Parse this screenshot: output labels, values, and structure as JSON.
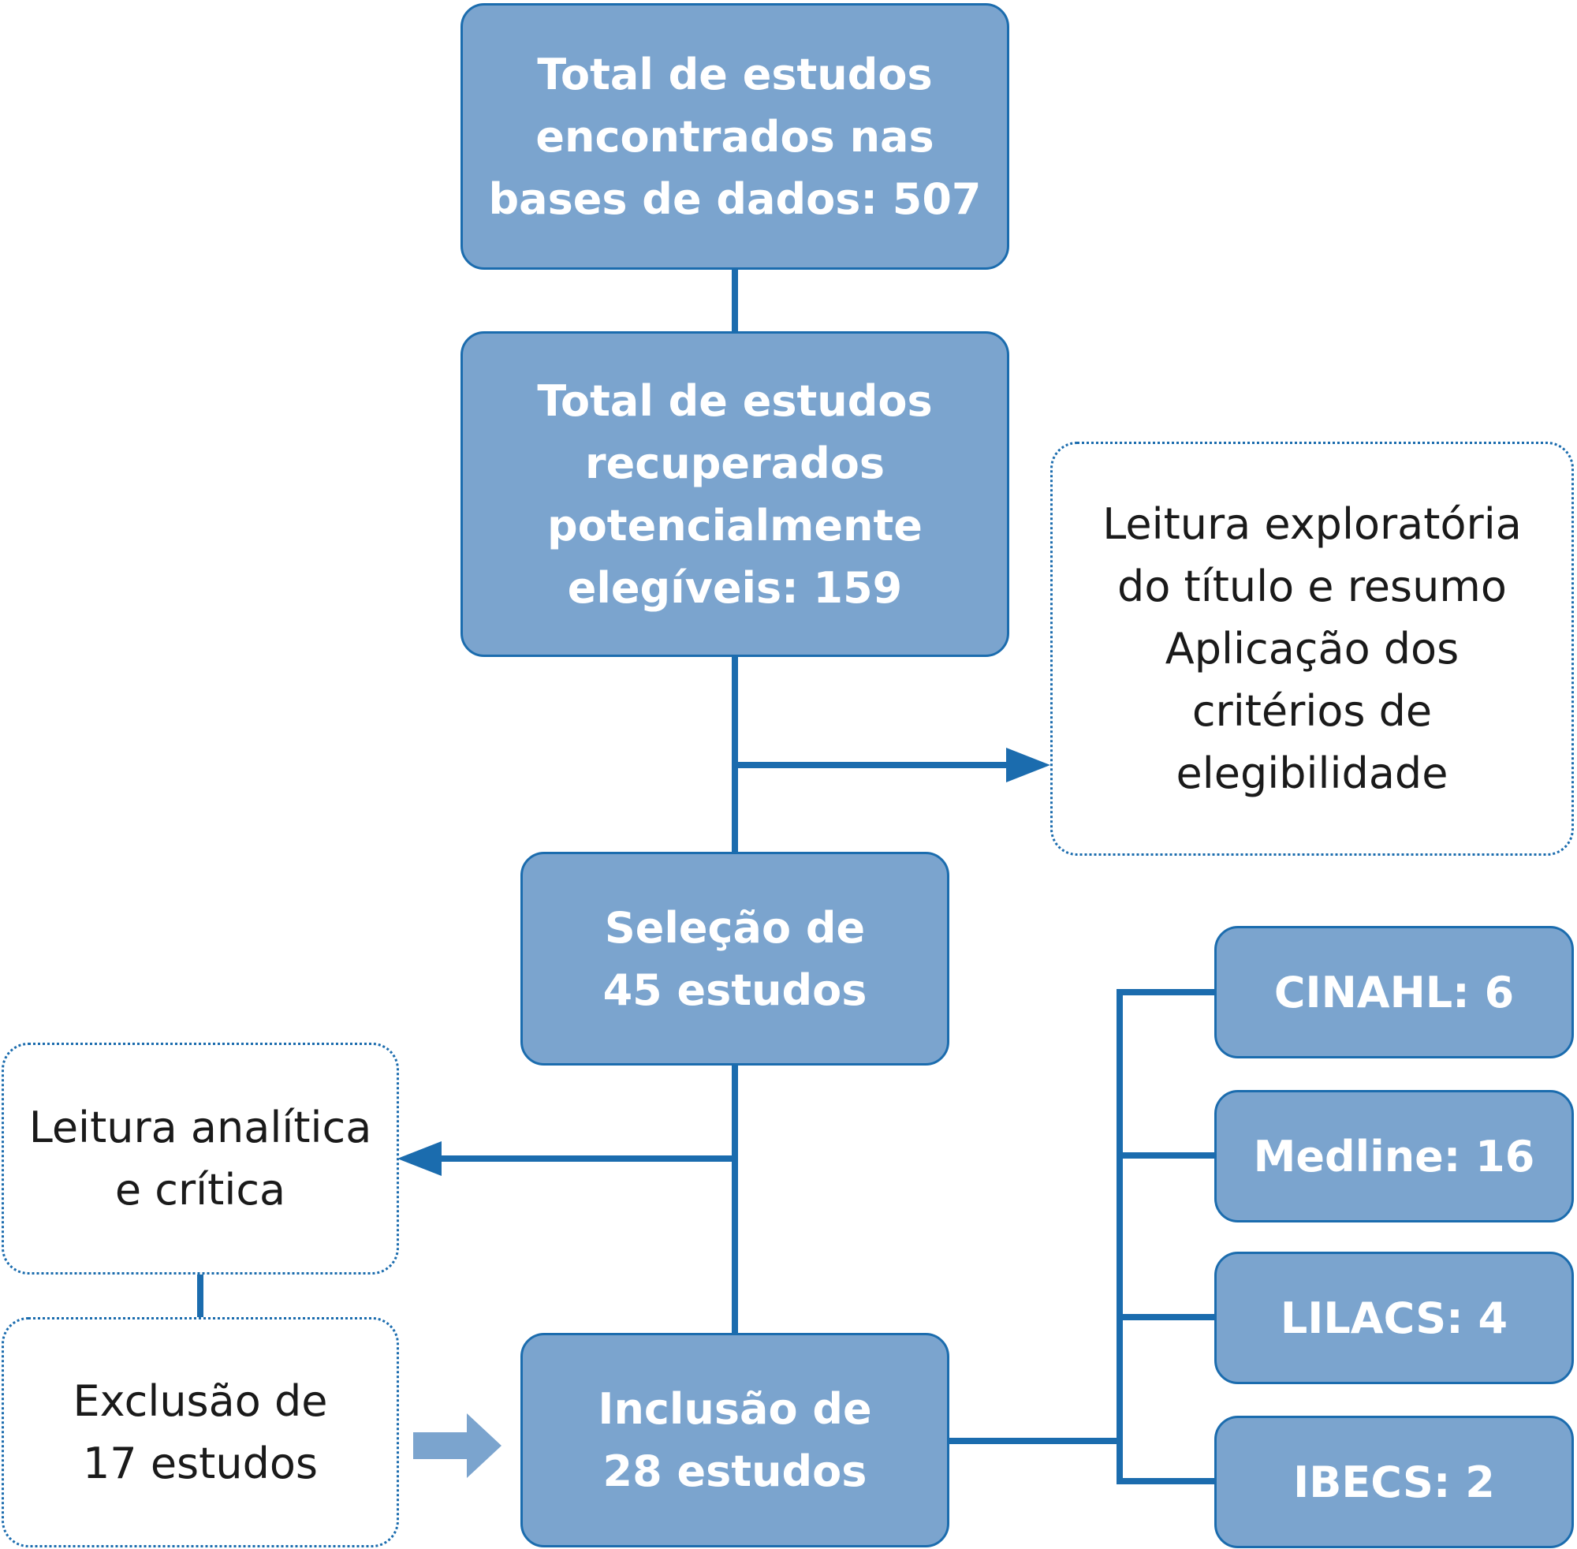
{
  "colors": {
    "box_fill": "#7ba4ce",
    "box_border": "#1b6cae",
    "connector": "#1b6cae",
    "block_arrow": "#7ba4ce",
    "box_text": "#ffffff",
    "note_text": "#1a1a1a"
  },
  "flow": {
    "found": "Total de estudos\nencontrados nas\nbases de dados: 507",
    "retrieved": "Total de estudos\nrecuperados\npotencialmente\nelegíveis: 159",
    "selection": "Seleção de\n45 estudos",
    "inclusion": "Inclusão de\n28 estudos"
  },
  "notes": {
    "exploratory": "Leitura exploratória\ndo título e resumo\nAplicação dos\ncritérios de\nelegibilidade",
    "analytic": "Leitura analítica\ne crítica",
    "exclusion": "Exclusão de\n17 estudos"
  },
  "databases": [
    {
      "label": "CINAHL: 6"
    },
    {
      "label": "Medline: 16"
    },
    {
      "label": "LILACS: 4"
    },
    {
      "label": "IBECS: 2"
    }
  ]
}
